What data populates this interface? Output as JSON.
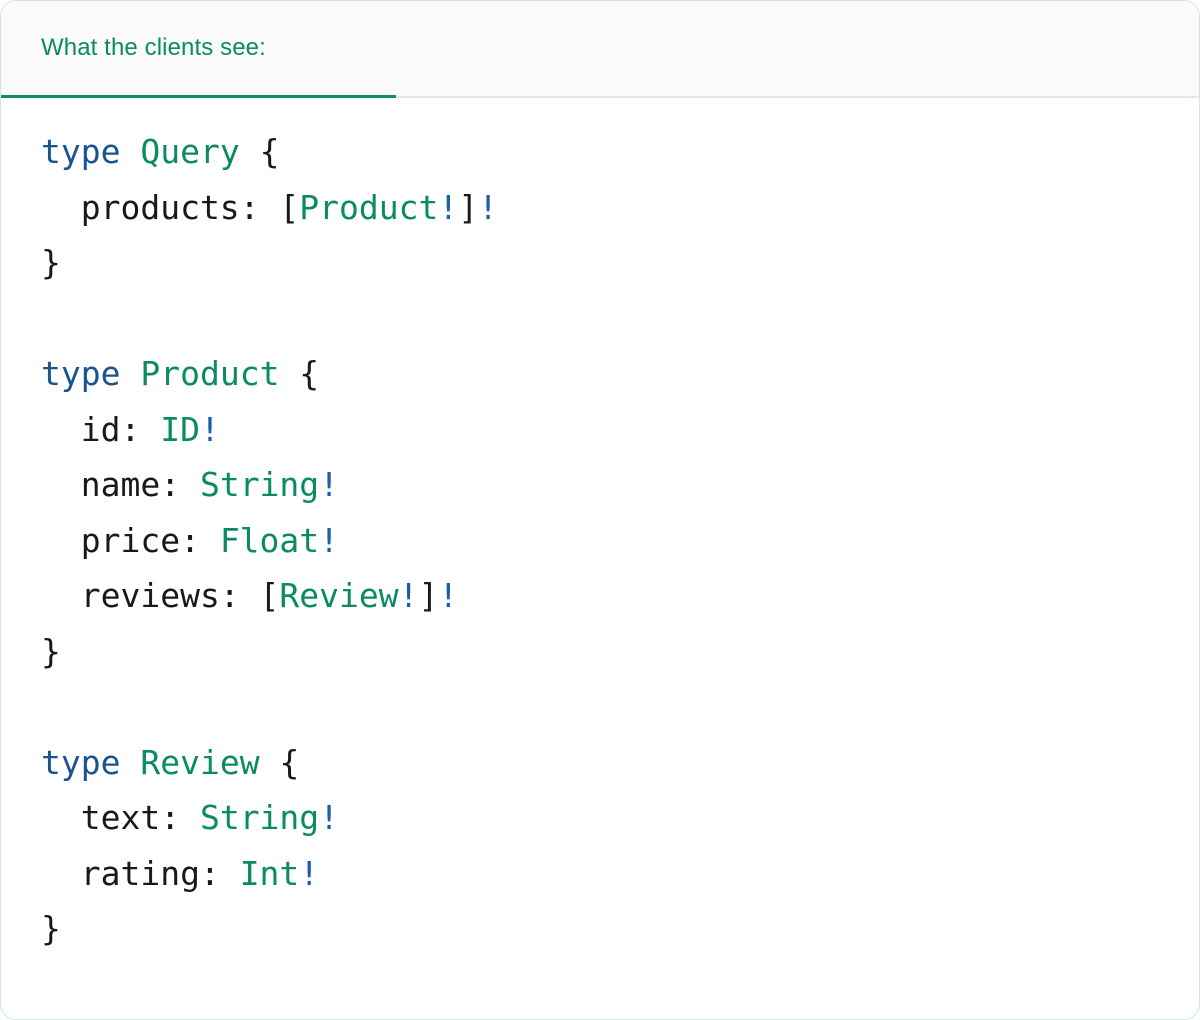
{
  "card": {
    "border_color": "#cfe7dc",
    "background": "#ffffff"
  },
  "tabbar": {
    "background": "#fafafa",
    "divider_color": "#e6e6e6",
    "active_tab": {
      "label": "What the clients see:",
      "underline_color": "#0f8f68",
      "text_color": "#0b8b63"
    }
  },
  "palette": {
    "keyword": "#1a5490",
    "type_name": "#0b8b63",
    "field_name": "#16191d",
    "punctuation": "#16191d",
    "non_null_bang": "#1a5fa8"
  },
  "code": {
    "language": "graphql",
    "lines": [
      {
        "tokens": [
          {
            "t": "type",
            "c": "kw"
          },
          {
            "t": " ",
            "c": "punct"
          },
          {
            "t": "Query",
            "c": "type"
          },
          {
            "t": " {",
            "c": "punct"
          }
        ]
      },
      {
        "tokens": [
          {
            "t": "  products: ",
            "c": "field"
          },
          {
            "t": "[",
            "c": "punct"
          },
          {
            "t": "Product",
            "c": "type"
          },
          {
            "t": "!",
            "c": "bang"
          },
          {
            "t": "]",
            "c": "punct"
          },
          {
            "t": "!",
            "c": "bang"
          }
        ]
      },
      {
        "tokens": [
          {
            "t": "}",
            "c": "punct"
          }
        ]
      },
      {
        "blank": true,
        "tokens": []
      },
      {
        "tokens": [
          {
            "t": "type",
            "c": "kw"
          },
          {
            "t": " ",
            "c": "punct"
          },
          {
            "t": "Product",
            "c": "type"
          },
          {
            "t": " {",
            "c": "punct"
          }
        ]
      },
      {
        "tokens": [
          {
            "t": "  id: ",
            "c": "field"
          },
          {
            "t": "ID",
            "c": "type"
          },
          {
            "t": "!",
            "c": "bang"
          }
        ]
      },
      {
        "tokens": [
          {
            "t": "  name: ",
            "c": "field"
          },
          {
            "t": "String",
            "c": "type"
          },
          {
            "t": "!",
            "c": "bang"
          }
        ]
      },
      {
        "tokens": [
          {
            "t": "  price: ",
            "c": "field"
          },
          {
            "t": "Float",
            "c": "type"
          },
          {
            "t": "!",
            "c": "bang"
          }
        ]
      },
      {
        "tokens": [
          {
            "t": "  reviews: ",
            "c": "field"
          },
          {
            "t": "[",
            "c": "punct"
          },
          {
            "t": "Review",
            "c": "type"
          },
          {
            "t": "!",
            "c": "bang"
          },
          {
            "t": "]",
            "c": "punct"
          },
          {
            "t": "!",
            "c": "bang"
          }
        ]
      },
      {
        "tokens": [
          {
            "t": "}",
            "c": "punct"
          }
        ]
      },
      {
        "blank": true,
        "tokens": []
      },
      {
        "tokens": [
          {
            "t": "type",
            "c": "kw"
          },
          {
            "t": " ",
            "c": "punct"
          },
          {
            "t": "Review",
            "c": "type"
          },
          {
            "t": " {",
            "c": "punct"
          }
        ]
      },
      {
        "tokens": [
          {
            "t": "  text: ",
            "c": "field"
          },
          {
            "t": "String",
            "c": "type"
          },
          {
            "t": "!",
            "c": "bang"
          }
        ]
      },
      {
        "tokens": [
          {
            "t": "  rating: ",
            "c": "field"
          },
          {
            "t": "Int",
            "c": "type"
          },
          {
            "t": "!",
            "c": "bang"
          }
        ]
      },
      {
        "tokens": [
          {
            "t": "}",
            "c": "punct"
          }
        ]
      }
    ]
  }
}
